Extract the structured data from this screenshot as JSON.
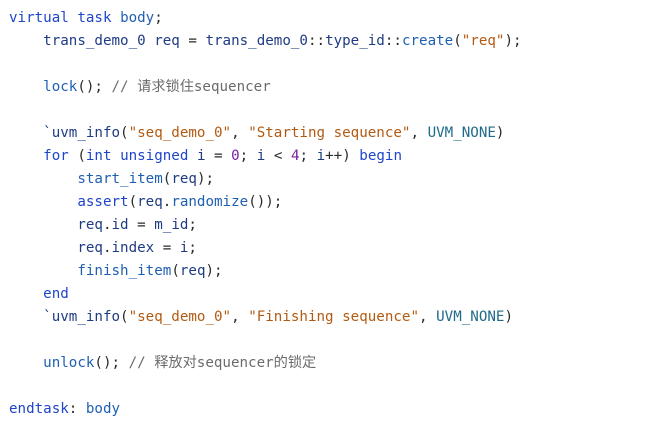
{
  "code_view": {
    "lines": [
      [
        {
          "t": "virtual",
          "c": "kw"
        },
        {
          "t": " ",
          "c": "punc"
        },
        {
          "t": "task",
          "c": "kw"
        },
        {
          "t": " ",
          "c": "punc"
        },
        {
          "t": "body",
          "c": "fn"
        },
        {
          "t": ";",
          "c": "punc"
        }
      ],
      [
        {
          "t": "    ",
          "c": "punc"
        },
        {
          "t": "trans_demo_0",
          "c": "id"
        },
        {
          "t": " ",
          "c": "punc"
        },
        {
          "t": "req",
          "c": "id"
        },
        {
          "t": " = ",
          "c": "punc"
        },
        {
          "t": "trans_demo_0",
          "c": "id"
        },
        {
          "t": "::",
          "c": "punc"
        },
        {
          "t": "type_id",
          "c": "id"
        },
        {
          "t": "::",
          "c": "punc"
        },
        {
          "t": "create",
          "c": "fn"
        },
        {
          "t": "(",
          "c": "punc"
        },
        {
          "t": "\"req\"",
          "c": "str"
        },
        {
          "t": ");",
          "c": "punc"
        }
      ],
      [],
      [
        {
          "t": "    ",
          "c": "punc"
        },
        {
          "t": "lock",
          "c": "fn"
        },
        {
          "t": "(); ",
          "c": "punc"
        },
        {
          "t": "// 请求锁住sequencer",
          "c": "com"
        }
      ],
      [],
      [
        {
          "t": "    ",
          "c": "punc"
        },
        {
          "t": "`uvm_info",
          "c": "mac"
        },
        {
          "t": "(",
          "c": "punc"
        },
        {
          "t": "\"seq_demo_0\"",
          "c": "str"
        },
        {
          "t": ", ",
          "c": "punc"
        },
        {
          "t": "\"Starting sequence\"",
          "c": "str"
        },
        {
          "t": ", ",
          "c": "punc"
        },
        {
          "t": "UVM_NONE",
          "c": "const"
        },
        {
          "t": ")",
          "c": "punc"
        }
      ],
      [
        {
          "t": "    ",
          "c": "punc"
        },
        {
          "t": "for",
          "c": "kw"
        },
        {
          "t": " (",
          "c": "punc"
        },
        {
          "t": "int",
          "c": "kw"
        },
        {
          "t": " ",
          "c": "punc"
        },
        {
          "t": "unsigned",
          "c": "kw"
        },
        {
          "t": " ",
          "c": "punc"
        },
        {
          "t": "i",
          "c": "id"
        },
        {
          "t": " = ",
          "c": "punc"
        },
        {
          "t": "0",
          "c": "num"
        },
        {
          "t": "; ",
          "c": "punc"
        },
        {
          "t": "i",
          "c": "id"
        },
        {
          "t": " < ",
          "c": "punc"
        },
        {
          "t": "4",
          "c": "num"
        },
        {
          "t": "; ",
          "c": "punc"
        },
        {
          "t": "i",
          "c": "id"
        },
        {
          "t": "++) ",
          "c": "punc"
        },
        {
          "t": "begin",
          "c": "kw"
        }
      ],
      [
        {
          "t": "        ",
          "c": "punc"
        },
        {
          "t": "start_item",
          "c": "fn"
        },
        {
          "t": "(",
          "c": "punc"
        },
        {
          "t": "req",
          "c": "id"
        },
        {
          "t": ");",
          "c": "punc"
        }
      ],
      [
        {
          "t": "        ",
          "c": "punc"
        },
        {
          "t": "assert",
          "c": "kw"
        },
        {
          "t": "(",
          "c": "punc"
        },
        {
          "t": "req",
          "c": "id"
        },
        {
          "t": ".",
          "c": "punc"
        },
        {
          "t": "randomize",
          "c": "fn"
        },
        {
          "t": "());",
          "c": "punc"
        }
      ],
      [
        {
          "t": "        ",
          "c": "punc"
        },
        {
          "t": "req",
          "c": "id"
        },
        {
          "t": ".",
          "c": "punc"
        },
        {
          "t": "id",
          "c": "id"
        },
        {
          "t": " = ",
          "c": "punc"
        },
        {
          "t": "m_id",
          "c": "id"
        },
        {
          "t": ";",
          "c": "punc"
        }
      ],
      [
        {
          "t": "        ",
          "c": "punc"
        },
        {
          "t": "req",
          "c": "id"
        },
        {
          "t": ".",
          "c": "punc"
        },
        {
          "t": "index",
          "c": "id"
        },
        {
          "t": " = ",
          "c": "punc"
        },
        {
          "t": "i",
          "c": "id"
        },
        {
          "t": ";",
          "c": "punc"
        }
      ],
      [
        {
          "t": "        ",
          "c": "punc"
        },
        {
          "t": "finish_item",
          "c": "fn"
        },
        {
          "t": "(",
          "c": "punc"
        },
        {
          "t": "req",
          "c": "id"
        },
        {
          "t": ");",
          "c": "punc"
        }
      ],
      [
        {
          "t": "    ",
          "c": "punc"
        },
        {
          "t": "end",
          "c": "kw"
        }
      ],
      [
        {
          "t": "    ",
          "c": "punc"
        },
        {
          "t": "`uvm_info",
          "c": "mac"
        },
        {
          "t": "(",
          "c": "punc"
        },
        {
          "t": "\"seq_demo_0\"",
          "c": "str"
        },
        {
          "t": ", ",
          "c": "punc"
        },
        {
          "t": "\"Finishing sequence\"",
          "c": "str"
        },
        {
          "t": ", ",
          "c": "punc"
        },
        {
          "t": "UVM_NONE",
          "c": "const"
        },
        {
          "t": ")",
          "c": "punc"
        }
      ],
      [],
      [
        {
          "t": "    ",
          "c": "punc"
        },
        {
          "t": "unlock",
          "c": "fn"
        },
        {
          "t": "(); ",
          "c": "punc"
        },
        {
          "t": "// 释放对sequencer的锁定",
          "c": "com"
        }
      ],
      [],
      [
        {
          "t": "endtask",
          "c": "kw"
        },
        {
          "t": ": ",
          "c": "punc"
        },
        {
          "t": "body",
          "c": "fn"
        }
      ]
    ]
  }
}
